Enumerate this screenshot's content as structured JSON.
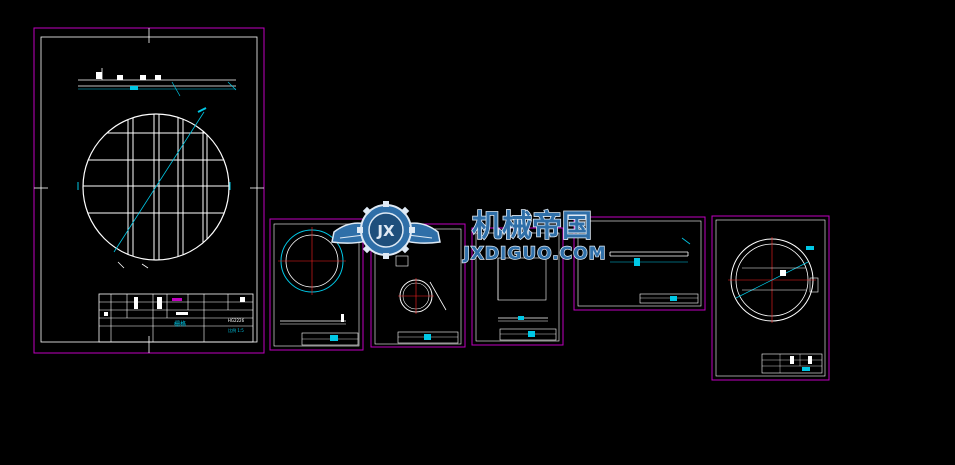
{
  "viewport": {
    "background": "#000000"
  },
  "colors": {
    "frame": "#c000c0",
    "line": "#ffffff",
    "cyan": "#00c8e6",
    "red": "#ff2020",
    "wm_fill": "#2f6fa8",
    "wm_stroke": "#dfeaf5"
  },
  "watermark": {
    "title_cn": "机械帝国",
    "title_en": "JXDIGUO.COM",
    "logo_letters": "JX"
  },
  "sheet1": {
    "title_block": {
      "drawing_name": "栅格",
      "drawing_no": "HG2226",
      "scale_note": "比例 1:5"
    }
  }
}
